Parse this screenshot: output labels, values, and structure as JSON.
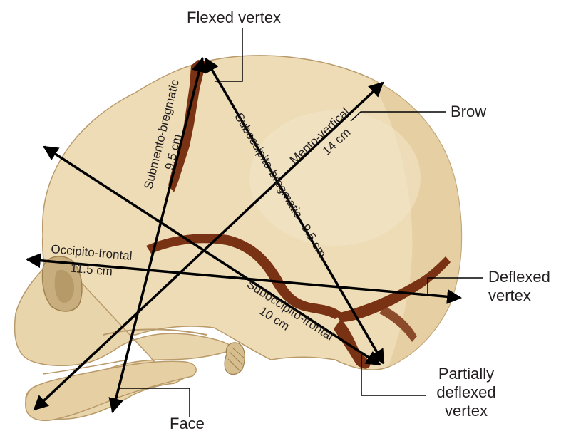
{
  "labels": {
    "flexed_vertex": "Flexed vertex",
    "brow": "Brow",
    "deflexed_vertex_line1": "Deflexed",
    "deflexed_vertex_line2": "vertex",
    "partially_deflexed_line1": "Partially",
    "partially_deflexed_line2": "deflexed",
    "partially_deflexed_line3": "vertex",
    "face": "Face"
  },
  "diameters": {
    "submento_bregmatic": {
      "name": "Submento-bregmatic",
      "value": "9.5 cm"
    },
    "suboccipito_bregmatic": {
      "name": "Suboccipito-bregmatic",
      "value": "9.5 cm"
    },
    "mento_vertical": {
      "name": "Mento-vertical",
      "value": "14 cm"
    },
    "occipito_frontal": {
      "name": "Occipito-frontal",
      "value": "11.5 cm"
    },
    "suboccipito_frontal": {
      "name": "Suboccipito-frontal",
      "value": "10 cm"
    }
  },
  "colors": {
    "bone": "#eedcb6",
    "bone_shadow": "#d9c195",
    "suture": "#7a3214",
    "line": "#000000"
  }
}
